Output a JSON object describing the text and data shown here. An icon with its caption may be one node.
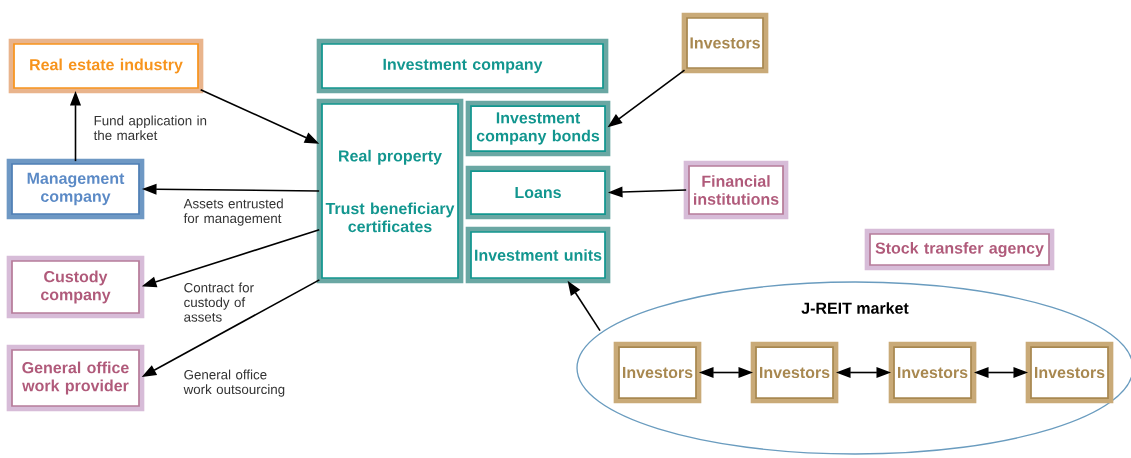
{
  "diagram": {
    "nodes": [
      {
        "text": [
          "Real estate industry"
        ]
      },
      {
        "text": [
          "Investment company"
        ]
      },
      {
        "text": [
          "Investors"
        ]
      },
      {
        "text": [
          "Real property",
          "Trust beneficiary certificates"
        ]
      },
      {
        "text": [
          "Investment company bonds"
        ]
      },
      {
        "text": [
          "Loans"
        ]
      },
      {
        "text": [
          "Investment units"
        ]
      },
      {
        "text": [
          "Management company"
        ]
      },
      {
        "text": [
          "Financial institutions"
        ]
      },
      {
        "text": [
          "Custody company"
        ]
      },
      {
        "text": [
          "Stock transfer agency"
        ]
      },
      {
        "text": [
          "J-REIT market"
        ]
      },
      {
        "text": [
          "Investors"
        ],
        "in": 11
      },
      {
        "text": [
          "Investors"
        ],
        "in": 11
      },
      {
        "text": [
          "Investors"
        ],
        "in": 11
      },
      {
        "text": [
          "Investors"
        ],
        "in": 11
      },
      {
        "text": [
          "General office work provider"
        ]
      }
    ],
    "edges": [
      {
        "from": 0,
        "to": 3,
        "arrow": "to"
      },
      {
        "from": 7,
        "to": 0,
        "arrow": "to",
        "label": "Fund application in the market"
      },
      {
        "from": 3,
        "to": 7,
        "arrow": "to",
        "label": "Assets entrusted for management"
      },
      {
        "from": 3,
        "to": 9,
        "arrow": "to",
        "label": "Contract for custody of assets"
      },
      {
        "from": 3,
        "to": 16,
        "arrow": "to",
        "label": "General office work outsourcing"
      },
      {
        "from": 2,
        "to": 4,
        "arrow": "to"
      },
      {
        "from": 8,
        "to": 5,
        "arrow": "to"
      },
      {
        "from": 11,
        "to": 6,
        "arrow": "to"
      },
      {
        "from": 12,
        "to": 13,
        "arrow": "both"
      },
      {
        "from": 13,
        "to": 14,
        "arrow": "both"
      },
      {
        "from": 14,
        "to": 15,
        "arrow": "both"
      }
    ]
  }
}
